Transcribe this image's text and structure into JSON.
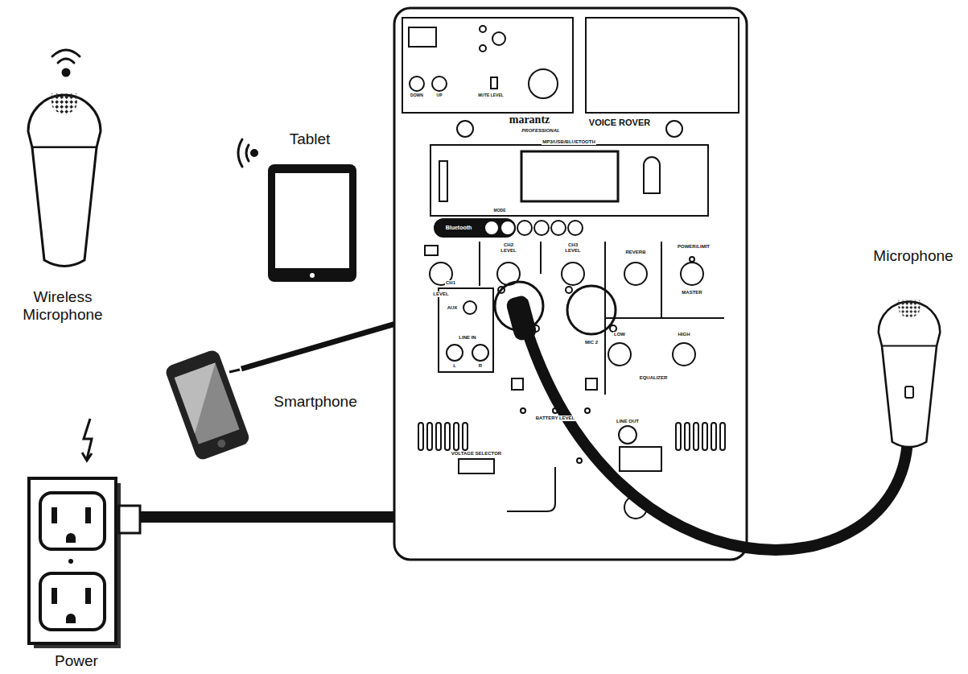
{
  "diagram": {
    "labels": [
      "Wireless Microphone",
      "Tablet",
      "Smartphone",
      "Microphone",
      "Power",
      "marantz",
      "PROFESSIONAL",
      "VOICE ROVER",
      "MP3/USB/BLUETOOTH",
      "Bluetooth",
      "MODE",
      "CH2 LEVEL",
      "CH3 LEVEL",
      "REVERB",
      "POWER/LIMIT",
      "MASTER",
      "LEVEL",
      "CH1",
      "AUX",
      "LINE IN",
      "L",
      "R",
      "MIC 2",
      "LOW",
      "HIGH",
      "EQUALIZER",
      "BATTERY LEVEL",
      "LINE OUT",
      "VOLTAGE SELECTOR",
      "DOWN",
      "UP",
      "MUTE LEVEL"
    ]
  }
}
